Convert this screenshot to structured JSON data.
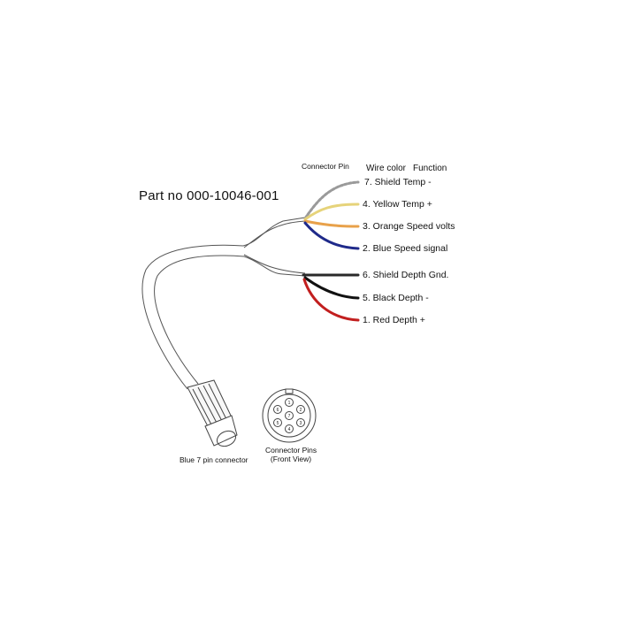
{
  "part_number": "Part no 000-10046-001",
  "headers": {
    "connector_pin": "Connector Pin",
    "wire_color": "Wire color",
    "function": "Function"
  },
  "wires": [
    {
      "pin": "7.",
      "color_name": "Shield",
      "function": "Temp -",
      "stroke": "#9a9a9a"
    },
    {
      "pin": "4.",
      "color_name": "Yellow",
      "function": "Temp +",
      "stroke": "#e6d37a"
    },
    {
      "pin": "3.",
      "color_name": "Orange",
      "function": "Speed volts",
      "stroke": "#e8a14a"
    },
    {
      "pin": "2.",
      "color_name": "Blue",
      "function": "Speed signal",
      "stroke": "#1f2a8a"
    },
    {
      "pin": "6.",
      "color_name": "Shield",
      "function": "Depth Gnd.",
      "stroke": "#2a2a2a"
    },
    {
      "pin": "5.",
      "color_name": "Black",
      "function": "Depth -",
      "stroke": "#111111"
    },
    {
      "pin": "1.",
      "color_name": "Red",
      "function": "Depth +",
      "stroke": "#c21f1f"
    }
  ],
  "wire_text": {
    "w0": "7.  Shield  Temp -",
    "w1": "4. Yellow    Temp +",
    "w2": "3. Orange Speed volts",
    "w3": "2. Blue      Speed signal",
    "w4": "6. Shield  Depth Gnd.",
    "w5": "5. Black     Depth -",
    "w6": "1. Red       Depth +"
  },
  "connector_label": "Blue 7 pin connector",
  "pins_caption_line1": "Connector Pins",
  "pins_caption_line2": "(Front View)",
  "pin_numbers": [
    "1",
    "2",
    "3",
    "4",
    "5",
    "6",
    "7"
  ]
}
